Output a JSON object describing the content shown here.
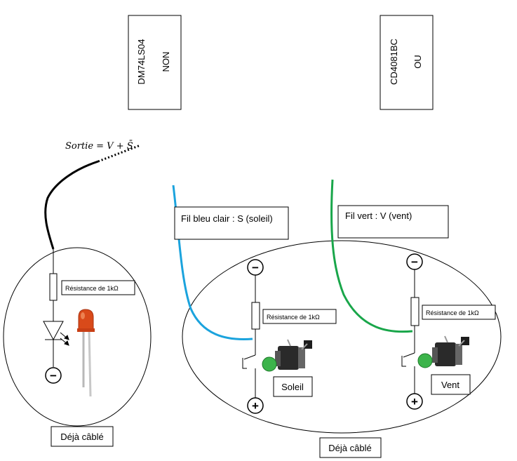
{
  "chips": [
    {
      "part": "DM74LS04",
      "function": "NON"
    },
    {
      "part": "CD4081BC",
      "function": "OU"
    }
  ],
  "output_label": "Sortie = V + S̄",
  "wire_blue_label": "Fil bleu clair  : S (soleil)",
  "wire_green_label": "Fil vert : V (vent)",
  "resistor_label": "Résistance de 1kΩ",
  "button_soleil_label": "Soleil",
  "button_vent_label": "Vent",
  "prewired_label": "Déjà câblé",
  "minus_symbol": "−",
  "plus_symbol": "+",
  "colors": {
    "blue_wire": "#1ba3dd",
    "green_wire": "#19a64a",
    "output_wire": "#000000",
    "led_body": "#d94a1a",
    "button_cap": "#3cb44b"
  }
}
